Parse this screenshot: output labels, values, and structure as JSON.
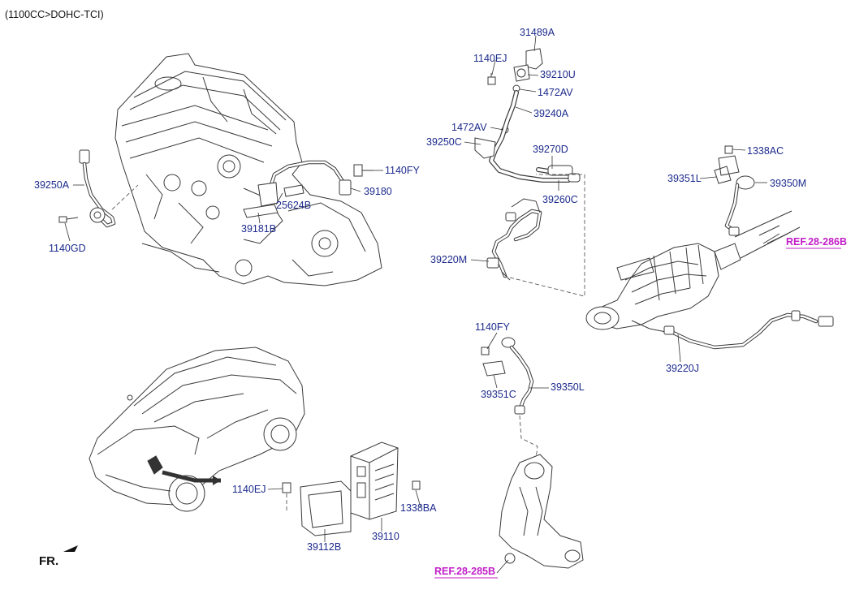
{
  "header": {
    "engine_spec": "(1100CC>DOHC-TCI)"
  },
  "direction_marker": {
    "label": "FR."
  },
  "references": [
    {
      "id": "ref-28-286b",
      "text": "REF.28-286B"
    },
    {
      "id": "ref-28-285b",
      "text": "REF.28-285B"
    }
  ],
  "part_labels": [
    {
      "id": "31489a",
      "text": "31489A"
    },
    {
      "id": "1140ej-top",
      "text": "1140EJ"
    },
    {
      "id": "39210u",
      "text": "39210U"
    },
    {
      "id": "1472av-right",
      "text": "1472AV"
    },
    {
      "id": "39240a",
      "text": "39240A"
    },
    {
      "id": "1472av-left",
      "text": "1472AV"
    },
    {
      "id": "39250c",
      "text": "39250C"
    },
    {
      "id": "39270d",
      "text": "39270D"
    },
    {
      "id": "39260c",
      "text": "39260C"
    },
    {
      "id": "1338ac",
      "text": "1338AC"
    },
    {
      "id": "39351l",
      "text": "39351L"
    },
    {
      "id": "39350m",
      "text": "39350M"
    },
    {
      "id": "39220m",
      "text": "39220M"
    },
    {
      "id": "39220j",
      "text": "39220J"
    },
    {
      "id": "1140fy-mid",
      "text": "1140FY"
    },
    {
      "id": "39351c",
      "text": "39351C"
    },
    {
      "id": "39350l",
      "text": "39350L"
    },
    {
      "id": "39250a",
      "text": "39250A"
    },
    {
      "id": "1140gd",
      "text": "1140GD"
    },
    {
      "id": "1140fy-top",
      "text": "1140FY"
    },
    {
      "id": "39180",
      "text": "39180"
    },
    {
      "id": "25624b",
      "text": "25624B"
    },
    {
      "id": "39181b",
      "text": "39181B"
    },
    {
      "id": "1140ej-bottom",
      "text": "1140EJ"
    },
    {
      "id": "1338ba",
      "text": "1338BA"
    },
    {
      "id": "39110",
      "text": "39110"
    },
    {
      "id": "39112b",
      "text": "39112B"
    }
  ]
}
